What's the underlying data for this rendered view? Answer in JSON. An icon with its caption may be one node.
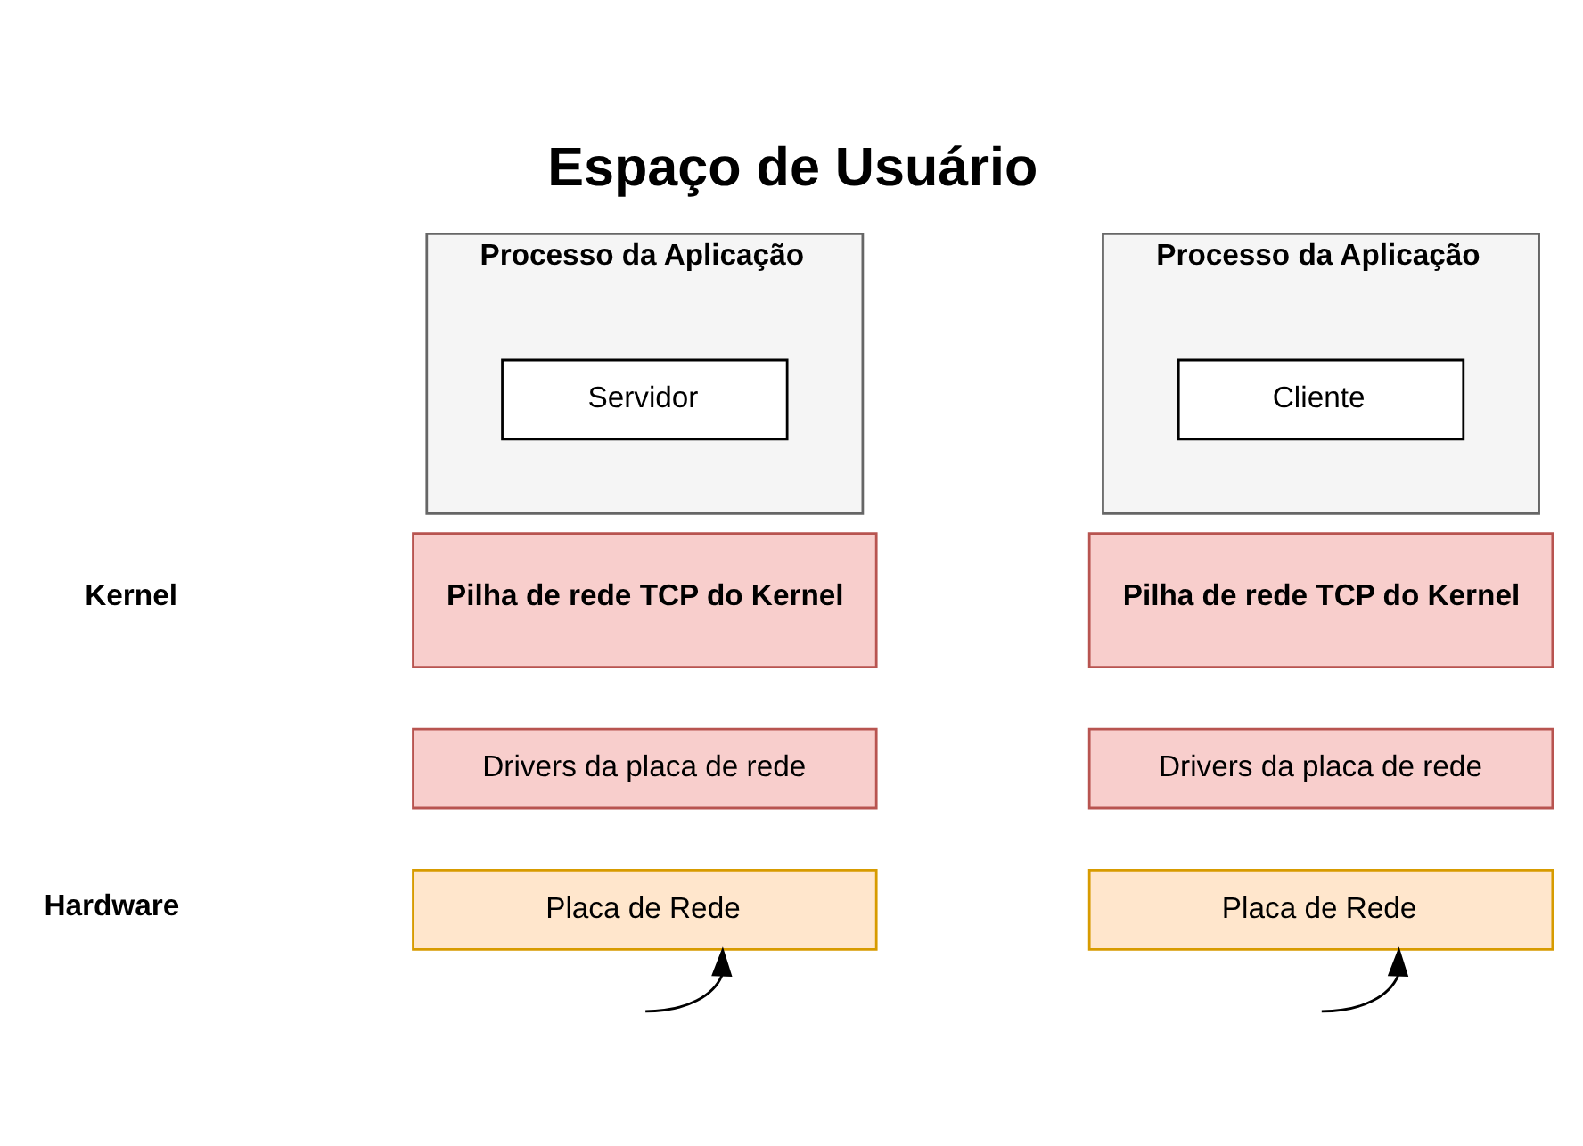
{
  "diagram": {
    "title": "Espaço de Usuário",
    "nodes": [
      {
        "text": [
          "Processo da Aplicação"
        ]
      },
      {
        "text": [
          "Servidor"
        ],
        "in": 0
      },
      {
        "text": [
          "Processo da Aplicação"
        ]
      },
      {
        "text": [
          "Cliente"
        ],
        "in": 2
      },
      {
        "text": [
          "Pilha de rede TCP do Kernel"
        ]
      },
      {
        "text": [
          "Drivers da placa de rede"
        ]
      },
      {
        "text": [
          "Pilha de rede TCP do Kernel"
        ]
      },
      {
        "text": [
          "Drivers da placa de rede"
        ]
      },
      {
        "text": [
          "Placa de Rede"
        ]
      },
      {
        "text": [
          "Placa de Rede"
        ]
      }
    ],
    "edges": [
      {
        "from": null,
        "to": 8,
        "arrow": "to"
      },
      {
        "from": null,
        "to": 9,
        "arrow": "to"
      }
    ],
    "labels": [
      "Kernel",
      "Hardware"
    ]
  }
}
